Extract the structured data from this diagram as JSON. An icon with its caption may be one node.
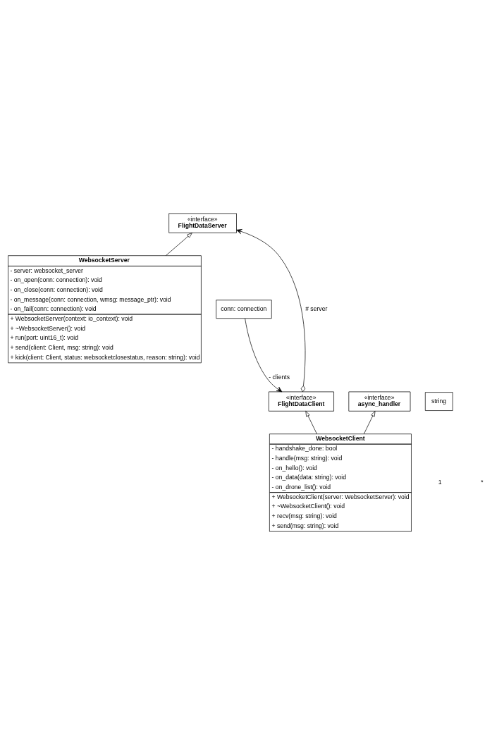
{
  "diagram": {
    "nodes": [
      {
        "text": [
          "«interface»",
          "FlightDataServer"
        ]
      },
      {
        "text": [
          "WebsocketServer",
          "- server: websocket_server",
          "- on_open(conn: connection): void",
          "- on_close(conn: connection): void",
          "- on_message(conn: connection, wmsg: message_ptr): void",
          "- on_fail(conn: connection): void",
          "+ WebsocketServer(context: io_context): void",
          "+ ~WebsocketServer(): void",
          "+ run(port: uint16_t): void",
          "+ send(client: Client, msg: string): void",
          "+ kick(client: Client, status: websocketclosestatus, reason: string): void"
        ]
      },
      {
        "text": [
          "conn: connection"
        ]
      },
      {
        "text": [
          "«interface»",
          "FlightDataClient"
        ]
      },
      {
        "text": [
          "«interface»",
          "async_handler"
        ]
      },
      {
        "text": [
          "string"
        ]
      },
      {
        "text": [
          "WebsocketClient",
          "- handshake_done: bool",
          "- handle(msg: string): void",
          "- on_hello(): void",
          "- on_data(data: string): void",
          "- on_drone_list(): void",
          "+ WebsocketClient(server: WebsocketServer): void",
          "+ ~WebsocketClient(): void",
          "+ recv(msg: string): void",
          "+ send(msg: string): void"
        ]
      }
    ],
    "edges": [
      {
        "from": 1,
        "to": 0,
        "arrow": "to"
      },
      {
        "from": 2,
        "to": 3,
        "arrow": "to",
        "label": "- clients"
      },
      {
        "from": 3,
        "to": 0,
        "arrow": "to",
        "label": "# server"
      },
      {
        "from": 6,
        "to": 3,
        "arrow": "to"
      },
      {
        "from": 6,
        "to": 4,
        "arrow": "to"
      }
    ],
    "labels": [
      "1",
      "*"
    ]
  }
}
